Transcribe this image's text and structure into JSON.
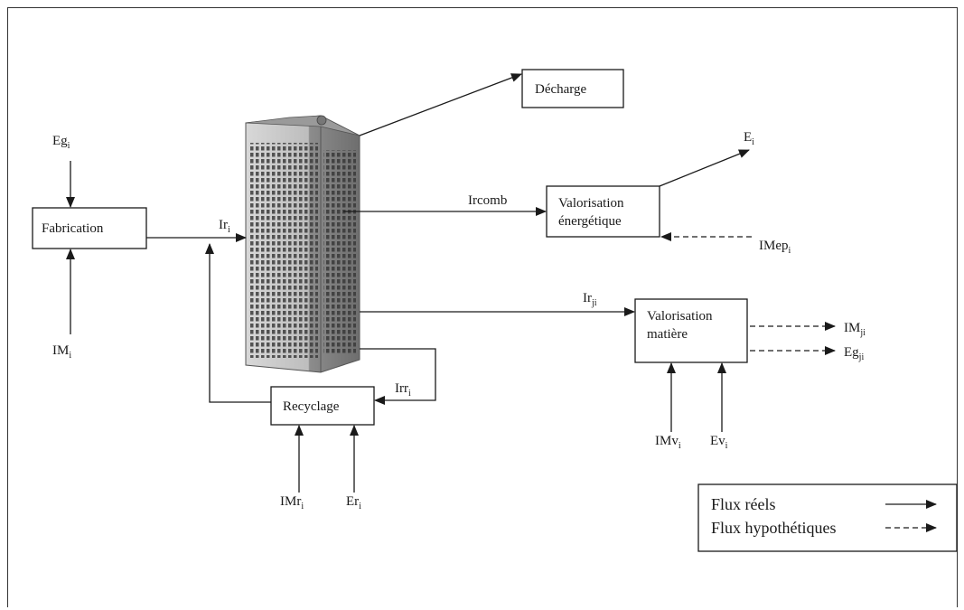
{
  "nodes": {
    "fabrication": "Fabrication",
    "recyclage": "Recyclage",
    "decharge": "Décharge",
    "valorisation_energetique": [
      "Valorisation",
      "énergétique"
    ],
    "valorisation_matiere": [
      "Valorisation",
      "matière"
    ]
  },
  "flows": {
    "eg": {
      "base": "Eg",
      "sub": "i"
    },
    "im": {
      "base": "IM",
      "sub": "i"
    },
    "ir": {
      "base": "Ir",
      "sub": "i"
    },
    "irr": {
      "base": "Irr",
      "sub": "i"
    },
    "imr": {
      "base": "IMr",
      "sub": "i"
    },
    "er": {
      "base": "Er",
      "sub": "i"
    },
    "ircomb": {
      "base": "Ircomb",
      "sub": ""
    },
    "e": {
      "base": "E",
      "sub": "i"
    },
    "imep": {
      "base": "IMep",
      "sub": "i"
    },
    "irj": {
      "base": "Ir",
      "sub": "ji"
    },
    "imj": {
      "base": "IM",
      "sub": "ji"
    },
    "egj": {
      "base": "Eg",
      "sub": "ji"
    },
    "imv": {
      "base": "IMv",
      "sub": "i"
    },
    "ev": {
      "base": "Ev",
      "sub": "i"
    }
  },
  "legend": {
    "real": "Flux réels",
    "hypothetical": "Flux hypothétiques"
  },
  "building": "building-icon"
}
